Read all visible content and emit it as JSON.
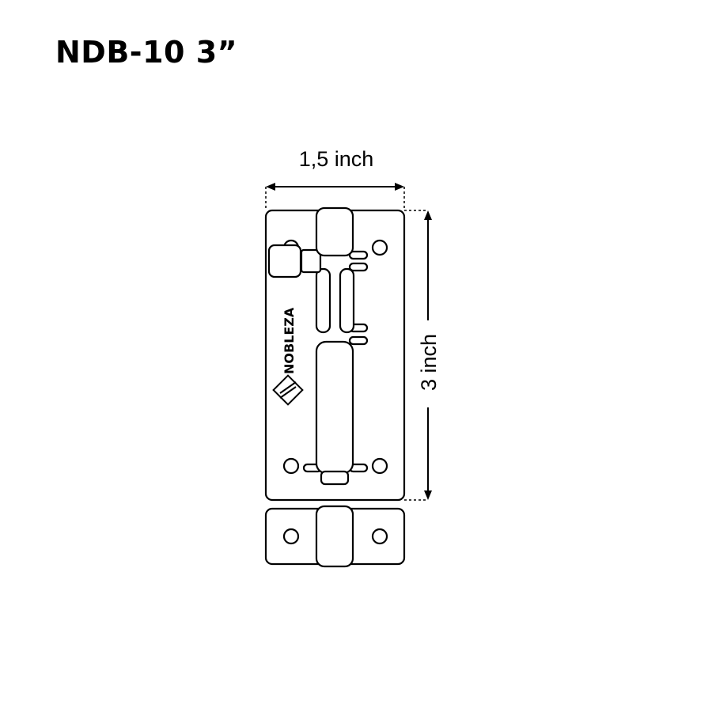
{
  "title": "NDB-10 3”",
  "dimensions": {
    "width_label": "1,5 inch",
    "height_label": "3 inch"
  },
  "product": {
    "brand_text": "NOBLEZA",
    "icon": "nobleza-logo-icon",
    "outline_color": "#000000",
    "fill_color": "#ffffff"
  }
}
